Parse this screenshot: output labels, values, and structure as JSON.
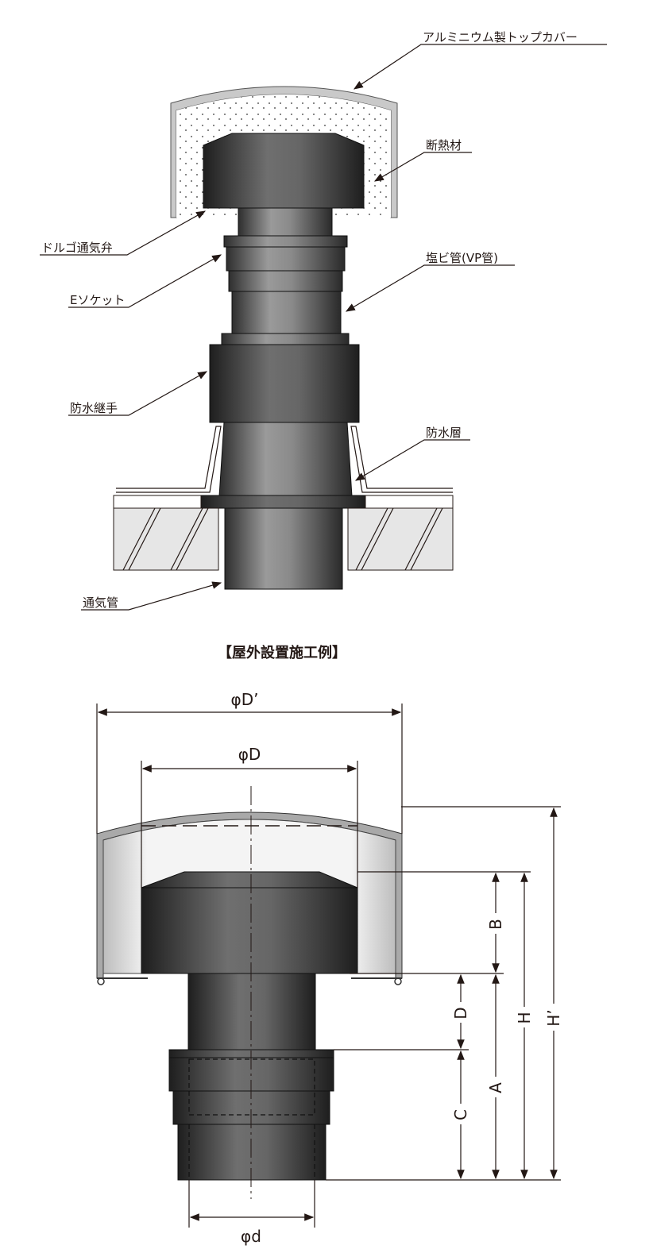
{
  "top_figure": {
    "labels": {
      "top_cover": "アルミニウム製トップカバー",
      "insulation": "断熱材",
      "valve": "ドルゴ通気弁",
      "socket": "Eソケット",
      "pvc_pipe": "塩ビ管(VP管)",
      "joint": "防水継手",
      "waterproof_layer": "防水層",
      "vent_pipe": "通気管"
    },
    "caption": "【屋外設置施工例】"
  },
  "dimension_figure": {
    "labels": {
      "phi_D_prime": "φD’",
      "phi_D": "φD",
      "phi_d": "φd",
      "B": "B",
      "D": "D",
      "C": "C",
      "A": "A",
      "H": "H",
      "H_prime": "H’"
    }
  }
}
